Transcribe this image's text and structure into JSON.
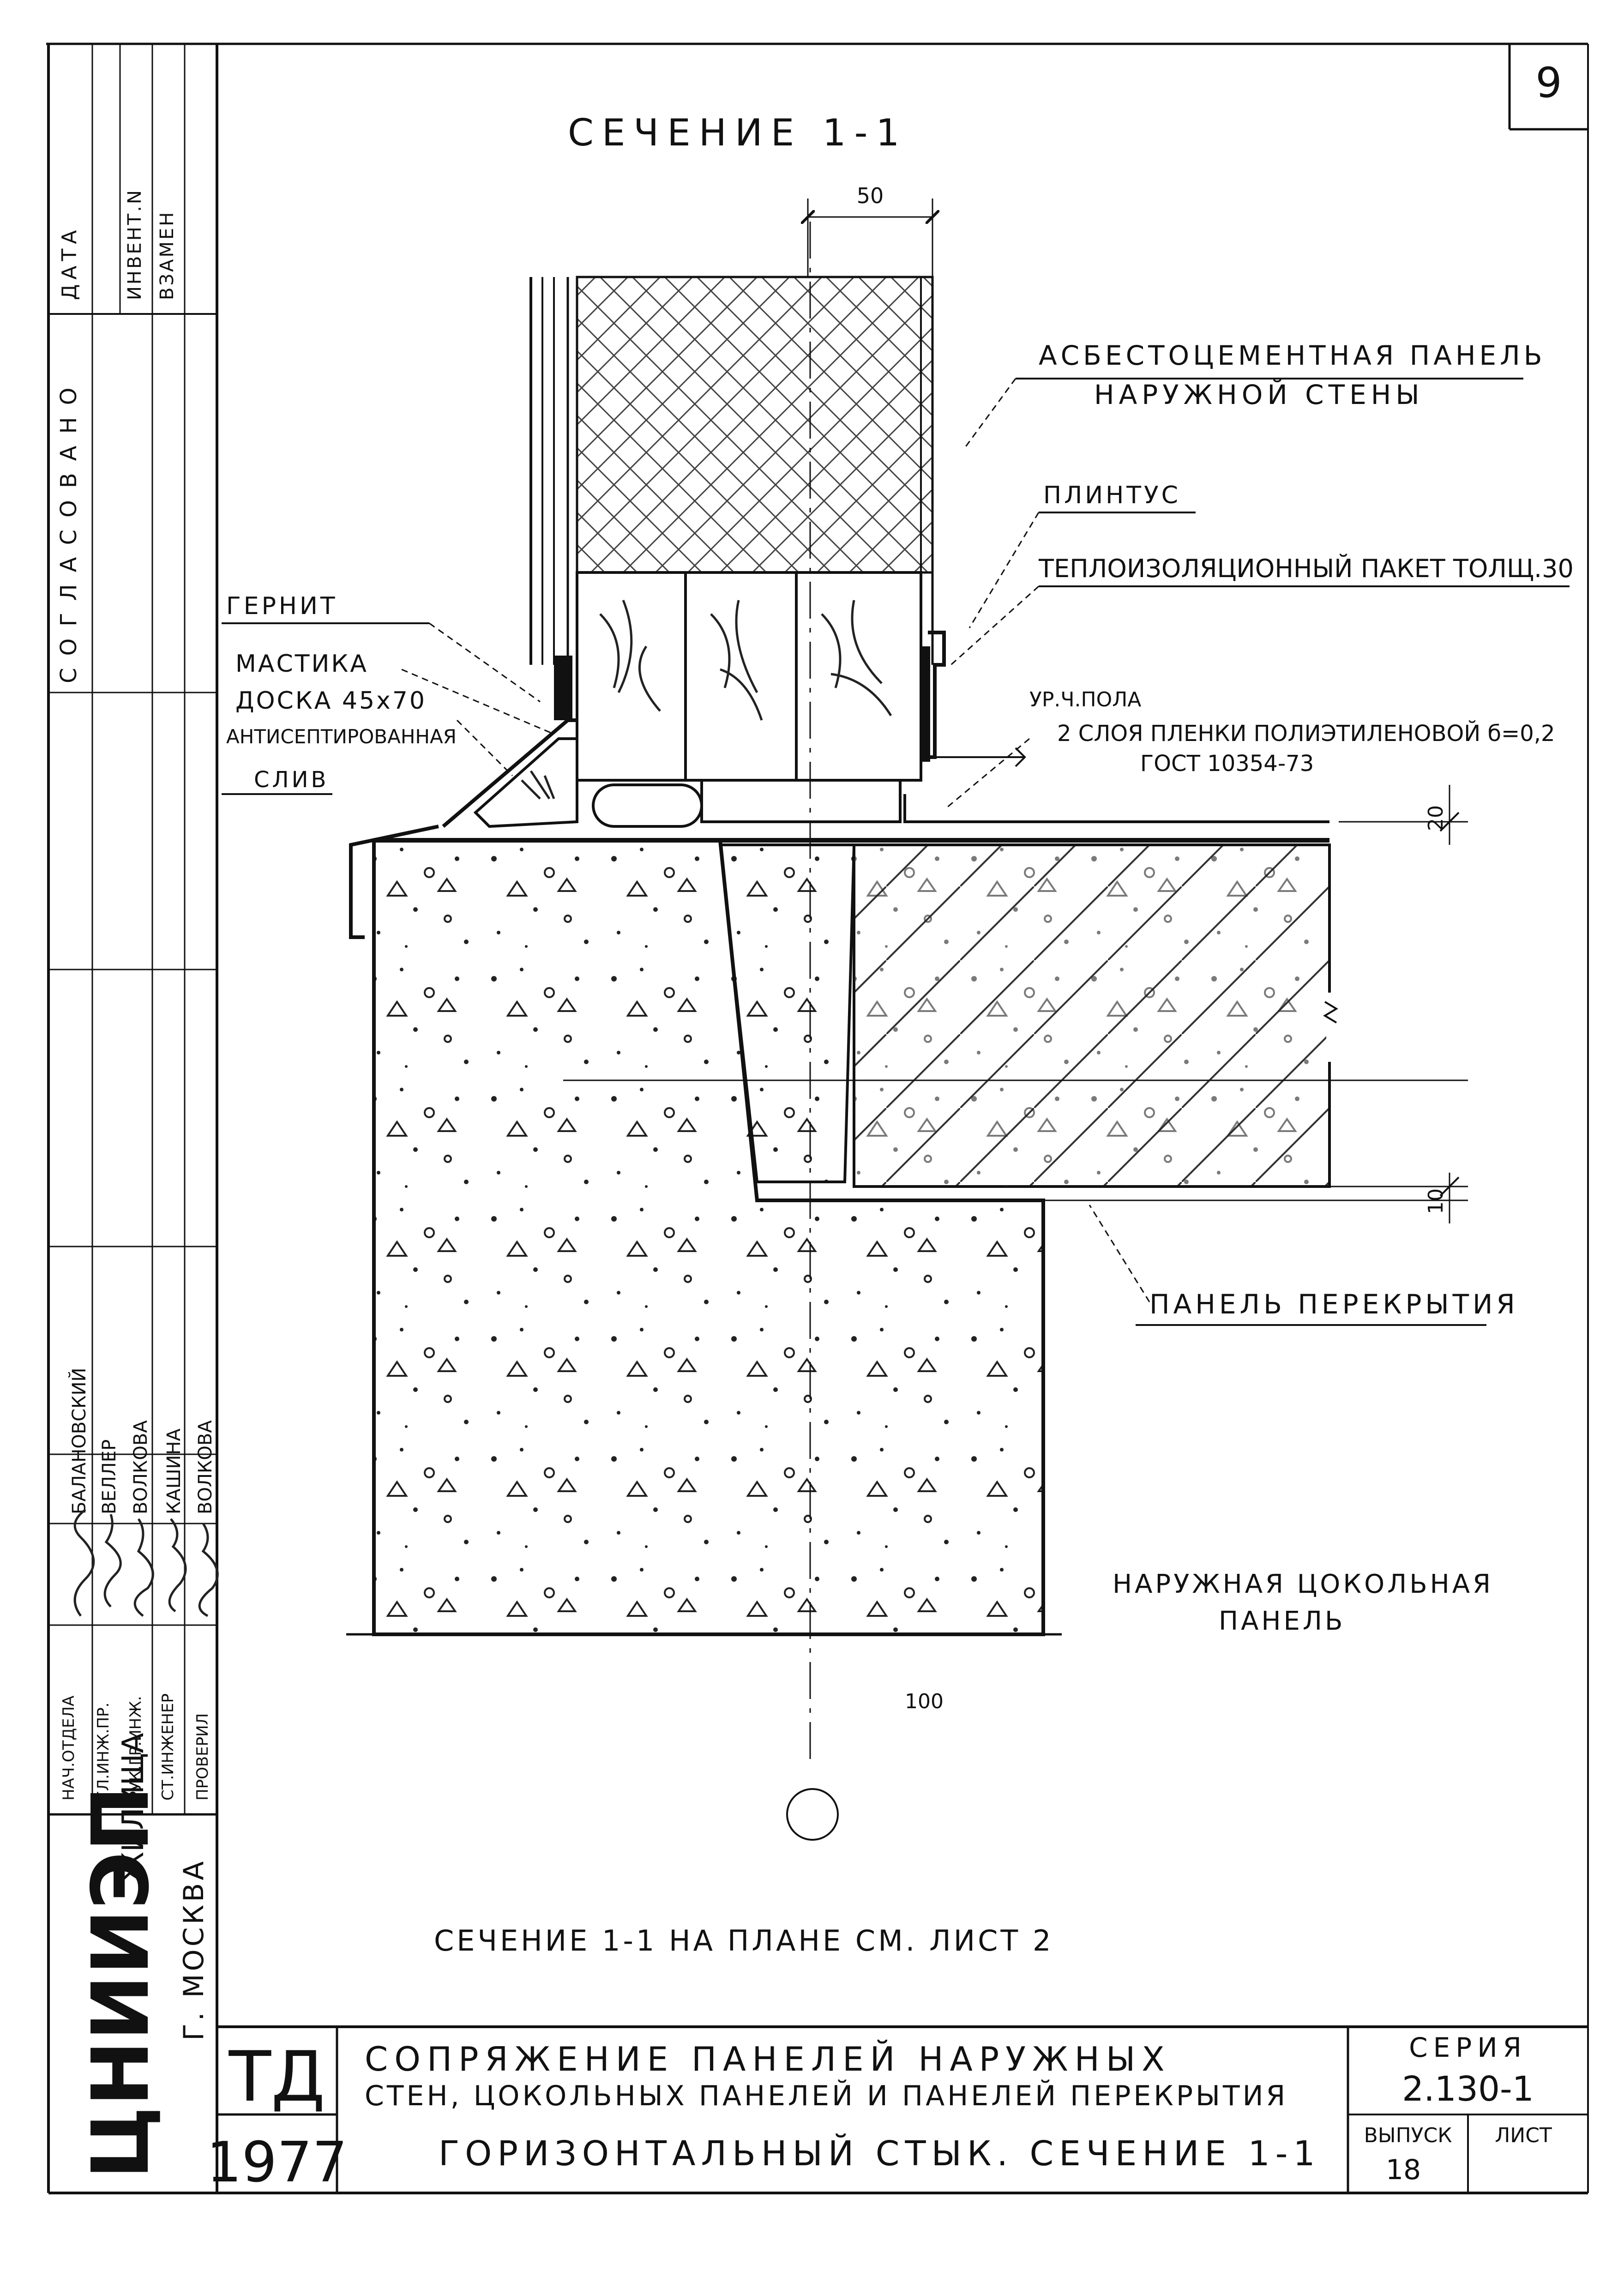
{
  "sheet": {
    "page_number": "9",
    "section_title": "СЕЧЕНИЕ 1-1",
    "section_ref": "СЕЧЕНИЕ 1-1 НА ПЛАНЕ СМ. ЛИСТ 2"
  },
  "dimensions": {
    "d50": "50",
    "d20": "20",
    "d10": "10",
    "d100": "100"
  },
  "callouts": {
    "asbestos_panel_1": "АСБЕСТОЦЕМЕНТНАЯ ПАНЕЛЬ",
    "asbestos_panel_2": "НАРУЖНОЙ СТЕНЫ",
    "plinth": "ПЛИНТУС",
    "insulation": "ТЕПЛОИЗОЛЯЦИОННЫЙ ПАКЕТ ТОЛЩ.30",
    "floor_level": "УР.Ч.ПОЛА",
    "film_1": "2 СЛОЯ ПЛЕНКИ ПОЛИЭТИЛЕНОВОЙ б=0,2",
    "film_2": "ГОСТ 10354-73",
    "gernit": "ГЕРНИТ",
    "mastic": "МАСТИКА",
    "board": "ДОСКА 45х70",
    "antiseptic": "АНТИСЕПТИРОВАННАЯ",
    "drip": "СЛИВ",
    "slab": "ПАНЕЛЬ ПЕРЕКРЫТИЯ",
    "plinth_panel_1": "НАРУЖНАЯ ЦОКОЛЬНАЯ",
    "plinth_panel_2": "ПАНЕЛЬ"
  },
  "side_strip": {
    "approved": "СОГЛАСОВАНО",
    "date": "ДАТА",
    "inventory": "ИНВЕНТ.N",
    "replace": "ВЗАМЕН",
    "roles": [
      "НАЧ.ОТДЕЛА",
      "ГЛ.ИНЖ.ПР.",
      "РУК.ГР.ИНЖ.",
      "СТ.ИНЖЕНЕР",
      "ПРОВЕРИЛ"
    ],
    "names": [
      "БАЛАНОВСКИЙ",
      "ВЕЛЛЕР",
      "ВОЛКОВА",
      "КАШИНА",
      "ВОЛКОВА"
    ],
    "org_main": "ЦНИИЭП",
    "org_sub": "ЖИЛИЩА",
    "city": "Г. МОСКВА"
  },
  "title_block": {
    "td": "ТД",
    "year": "1977",
    "title_line_1": "СОПРЯЖЕНИЕ ПАНЕЛЕЙ НАРУЖНЫХ",
    "title_line_2": "СТЕН, ЦОКОЛЬНЫХ ПАНЕЛЕЙ И ПАНЕЛЕЙ ПЕРЕКРЫТИЯ",
    "subtitle": "ГОРИЗОНТАЛЬНЫЙ СТЫК. СЕЧЕНИЕ 1-1",
    "series_label": "СЕРИЯ",
    "series_value": "2.130-1",
    "issue_label": "ВЫПУСК",
    "issue_value": "18",
    "sheet_label": "ЛИСТ"
  }
}
